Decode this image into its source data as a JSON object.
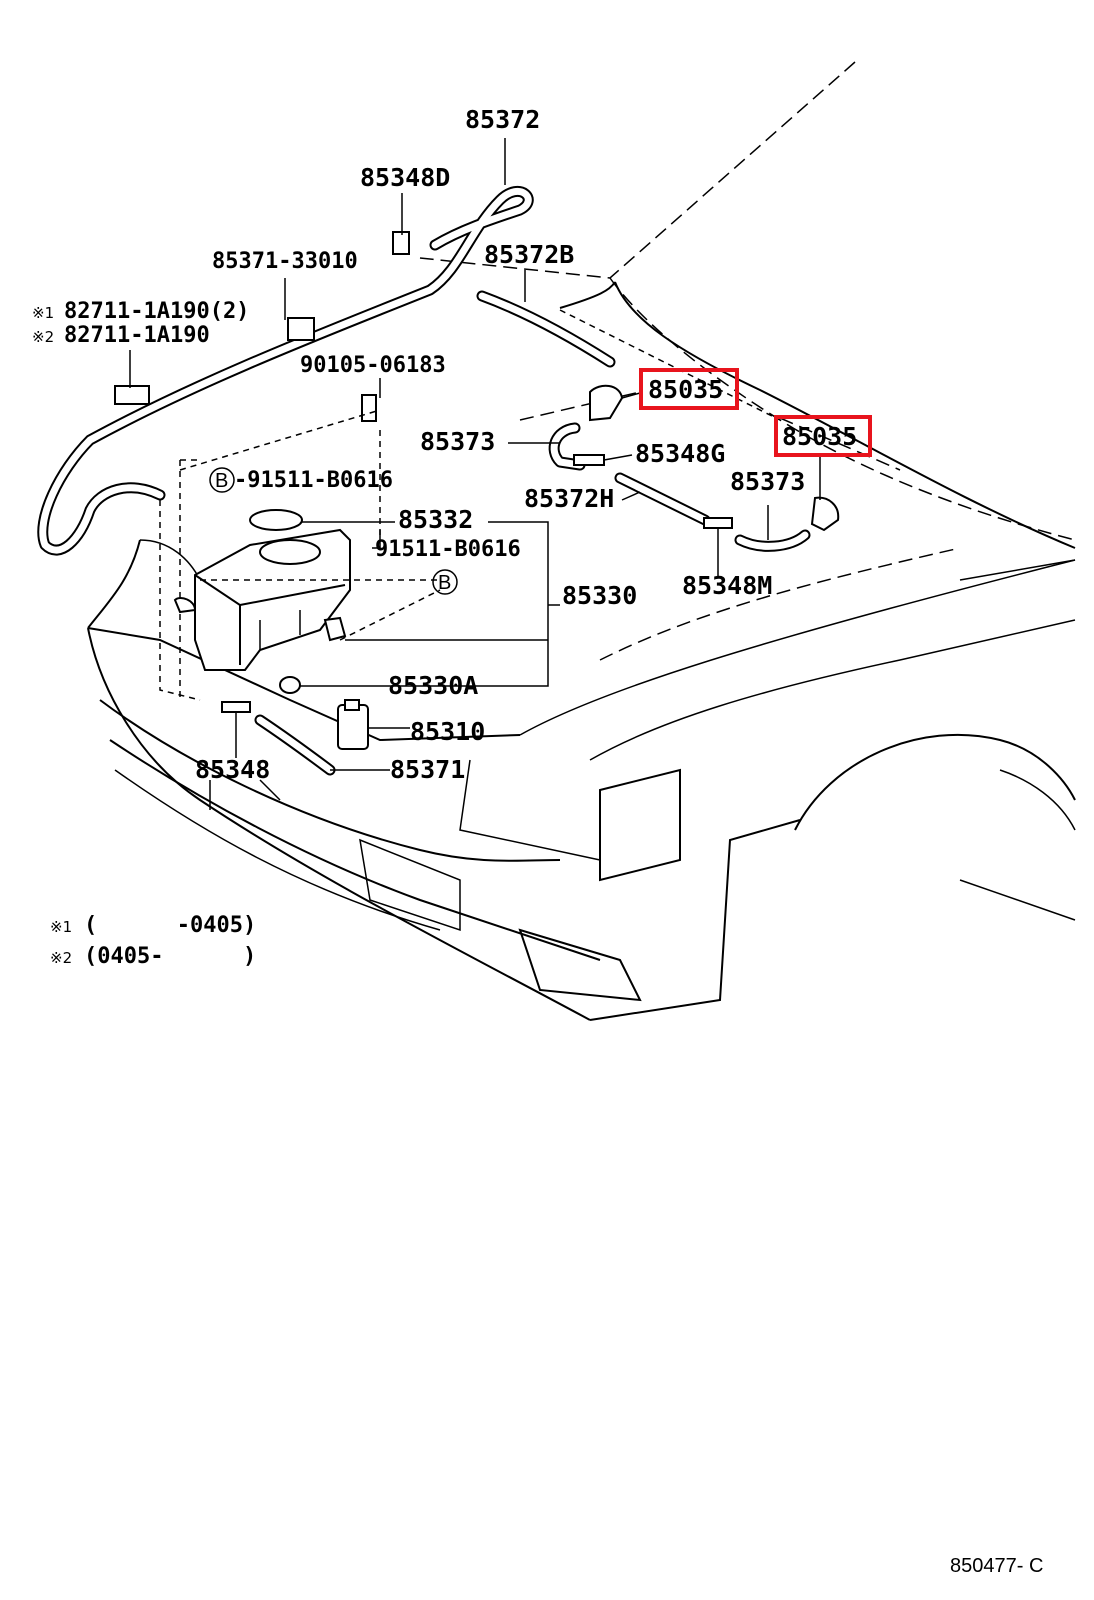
{
  "labels": {
    "p85372": "85372",
    "p85348D": "85348D",
    "p85372B": "85372B",
    "p85371_33010": "85371-33010",
    "p82711_a": "82711-1A190(2)",
    "p82711_b": "82711-1A190",
    "p90105": "90105-06183",
    "p85035_a": "85035",
    "p85035_b": "85035",
    "p85373_a": "85373",
    "p85348G": "85348G",
    "p91511_b_a": "-91511-B0616",
    "p85372H": "85372H",
    "p85373_b": "85373",
    "p85332": "85332",
    "p91511_b_b": "91511-B0616",
    "p85330": "85330",
    "p85348M": "85348M",
    "p85330A": "85330A",
    "p85310": "85310",
    "p85348": "85348",
    "p85371": "85371"
  },
  "markers": {
    "b_circle_a": "B",
    "b_circle_b": "B",
    "note1_mark": "※1",
    "note2_mark": "※2",
    "note1_mark_b": "※1",
    "note2_mark_b": "※2"
  },
  "notes": {
    "note1_text": "(      -0405)",
    "note2_text": "(0405-      )"
  },
  "diagram_code": "850477- C",
  "highlight_color": "#e8141d"
}
